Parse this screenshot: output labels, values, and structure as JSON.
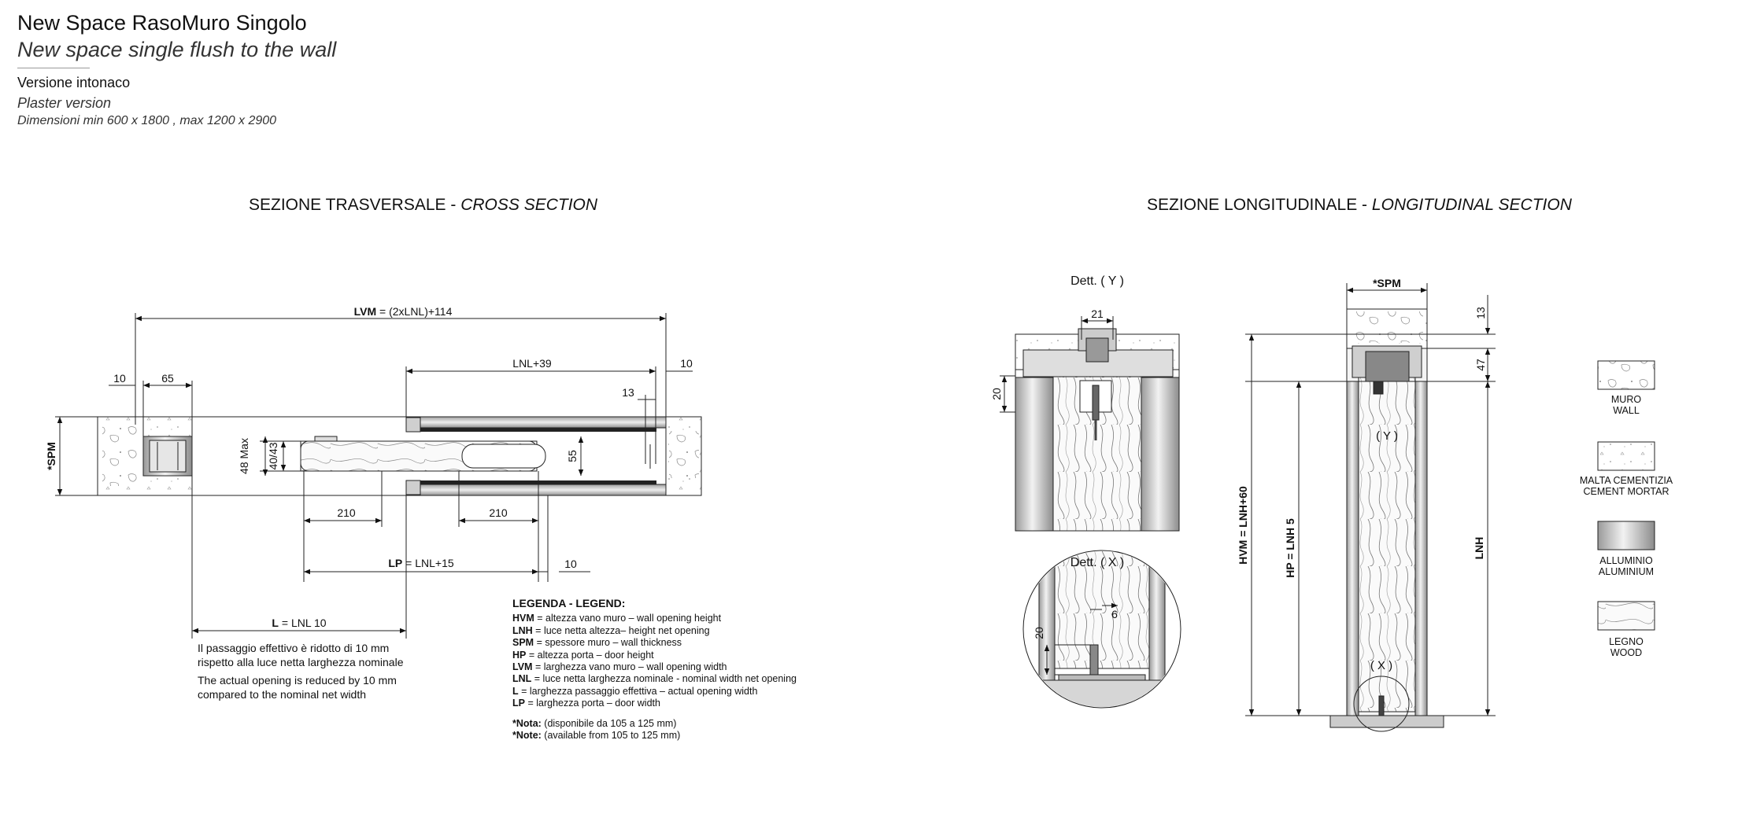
{
  "header": {
    "title": "New Space RasoMuro Singolo",
    "subtitle": "New space single flush to the wall",
    "version_it": "Versione intonaco",
    "version_en": "Plaster version",
    "dimensions": "Dimensioni min 600 x 1800 , max 1200 x 2900"
  },
  "cross_section": {
    "title_it": "SEZIONE TRASVERSALE - ",
    "title_en": "CROSS SECTION",
    "dims": {
      "lvm_bold": "LVM",
      "lvm_rest": " = (2xLNL)+114",
      "d10_left": "10",
      "d65": "65",
      "lnl39": "LNL+39",
      "d10_right": "10",
      "d13": "13",
      "spm": "*SPM",
      "max48": "48 Max",
      "d4043": "40/43",
      "d55": "55",
      "d210a": "210",
      "d210b": "210",
      "lp_bold": "LP",
      "lp_rest": " = LNL+15",
      "d10_bottom": "10",
      "l_bold": "L",
      "l_rest": " = LNL 10"
    },
    "note_it_1": "Il passaggio effettivo è ridotto di 10 mm",
    "note_it_2": "rispetto alla luce netta larghezza nominale",
    "note_en_1": "The actual opening is reduced by 10 mm",
    "note_en_2": "compared to the nominal net width"
  },
  "legend": {
    "heading": "LEGENDA - LEGEND:",
    "items": [
      {
        "key": "HVM",
        "text": " = altezza vano muro – wall opening height"
      },
      {
        "key": "LNH",
        "text": " = luce netta altezza– height net opening"
      },
      {
        "key": "SPM",
        "text": " = spessore muro – wall thickness"
      },
      {
        "key": "HP",
        "text": " = altezza porta – door height"
      },
      {
        "key": "LVM",
        "text": " = larghezza vano muro – wall opening width"
      },
      {
        "key": "LNL",
        "text": " = luce netta larghezza nominale  - nominal width net opening"
      },
      {
        "key": "L",
        "text": " = larghezza passaggio effettiva – actual opening width"
      },
      {
        "key": "LP",
        "text": " = larghezza porta – door width"
      }
    ],
    "note_it_key": "*Nota:",
    "note_it_text": " (disponibile da 105 a 125 mm)",
    "note_en_key": "*Note:",
    "note_en_text": " (available from 105 to 125 mm)"
  },
  "longitudinal_section": {
    "title_it": "SEZIONE LONGITUDINALE - ",
    "title_en": "LONGITUDINAL SECTION",
    "detail_y": "Dett. ( Y )",
    "detail_x": "Dett. ( X )",
    "dims": {
      "y21": "21",
      "y20": "20",
      "x6": "6",
      "x20": "20",
      "spm": "*SPM",
      "d13": "13",
      "d47": "47",
      "hvm": "HVM = LNH+60",
      "hp": "HP = LNH 5",
      "lnh": "LNH",
      "marker_y": "( Y )",
      "marker_x": "( X )"
    }
  },
  "materials": [
    {
      "it": "MURO",
      "en": "WALL"
    },
    {
      "it": "MALTA CEMENTIZIA",
      "en": "CEMENT MORTAR"
    },
    {
      "it": "ALLUMINIO",
      "en": "ALUMINIUM"
    },
    {
      "it": "LEGNO",
      "en": "WOOD"
    }
  ]
}
